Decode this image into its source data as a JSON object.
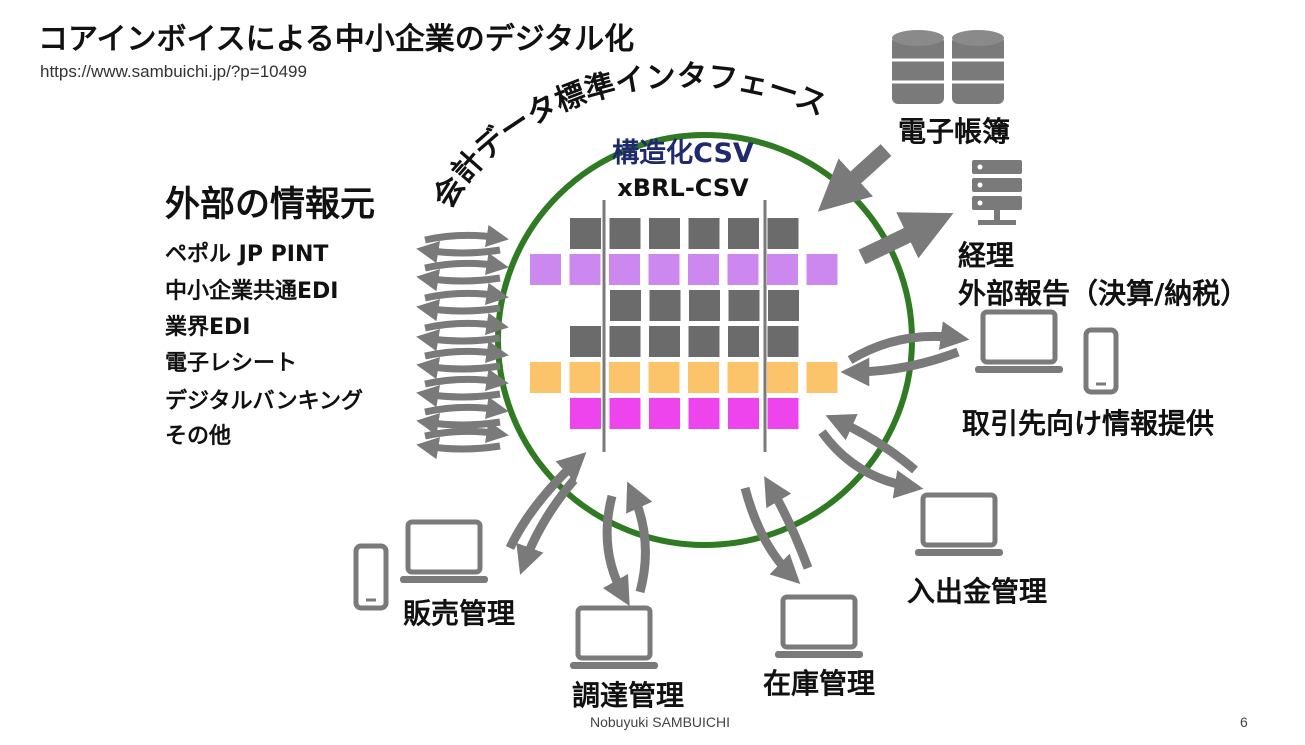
{
  "slide": {
    "title": "コアインボイスによる中小企業のデジタル化",
    "url": "https://www.sambuichi.jp/?p=10499",
    "footer_author": "Nobuyuki SAMBUICHI",
    "page_number": "6"
  },
  "interface": {
    "ring_label": "会計データ標準インタフェース",
    "structured_label": "構造化CSV",
    "format_label": "xBRL-CSV",
    "ring_color": "#2f7a22",
    "title_color": "#1f2a6e"
  },
  "sources": {
    "heading": "外部の情報元",
    "items": [
      "ペポル JP PINT",
      "中小企業共通EDI",
      "業界EDI",
      "電子レシート",
      "デジタルバンキング",
      "その他"
    ]
  },
  "systems": {
    "ledger": "電子帳簿",
    "accounting": "経理",
    "reporting": "外部報告（決算/納税）",
    "partners": "取引先向け情報提供",
    "cash": "入出金管理",
    "inventory": "在庫管理",
    "procurement": "調達管理",
    "sales": "販売管理"
  },
  "icons": {
    "database": "database-icon",
    "server": "server-icon",
    "laptop": "laptop-icon",
    "phone": "smartphone-icon",
    "arrow": "arrow-icon",
    "bidirectional": "bidirectional-arrow-icon"
  },
  "grid_colors": {
    "gray": "#6b6b6b",
    "violet": "#cc88ee",
    "orange": "#fcc46a",
    "magenta": "#ee44ee"
  }
}
